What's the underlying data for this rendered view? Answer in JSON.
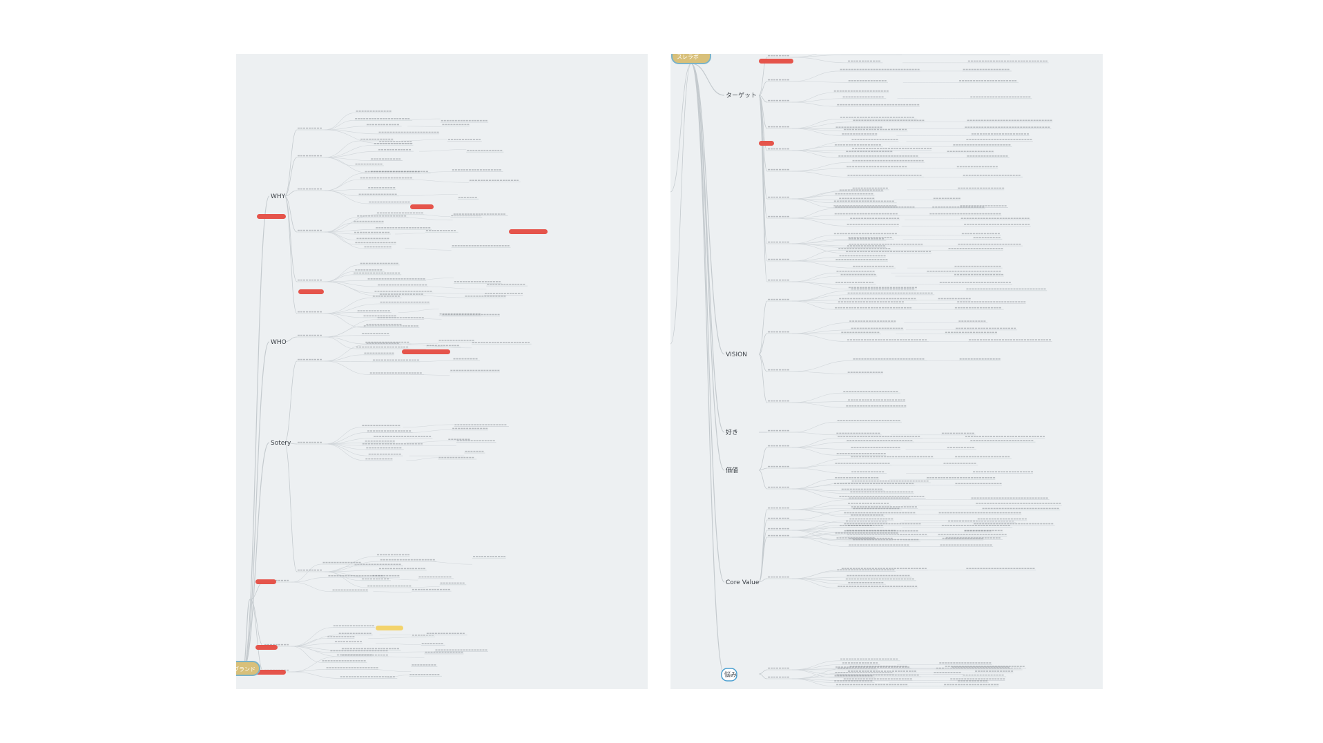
{
  "colors": {
    "background": "#ffffff",
    "panel": "#edf0f2",
    "branch_line": "#c4cace",
    "leaf_line": "#d0d5d9",
    "small_text": "#8a9096",
    "red_label": "#e5544b",
    "yellow_label": "#f3d36b",
    "root_fill": "#d8c07a",
    "root_stroke": "#7ab3c9",
    "focus_stroke": "#4a9fd0"
  },
  "left_map": {
    "root_label": "ブランド",
    "branches": [
      "WHY",
      "WHO",
      "Sotery"
    ]
  },
  "right_map": {
    "root_label": "スレラボ",
    "branches": [
      "ターゲット",
      "VISION",
      "好き",
      "価値",
      "Core Value",
      "悩み"
    ]
  }
}
